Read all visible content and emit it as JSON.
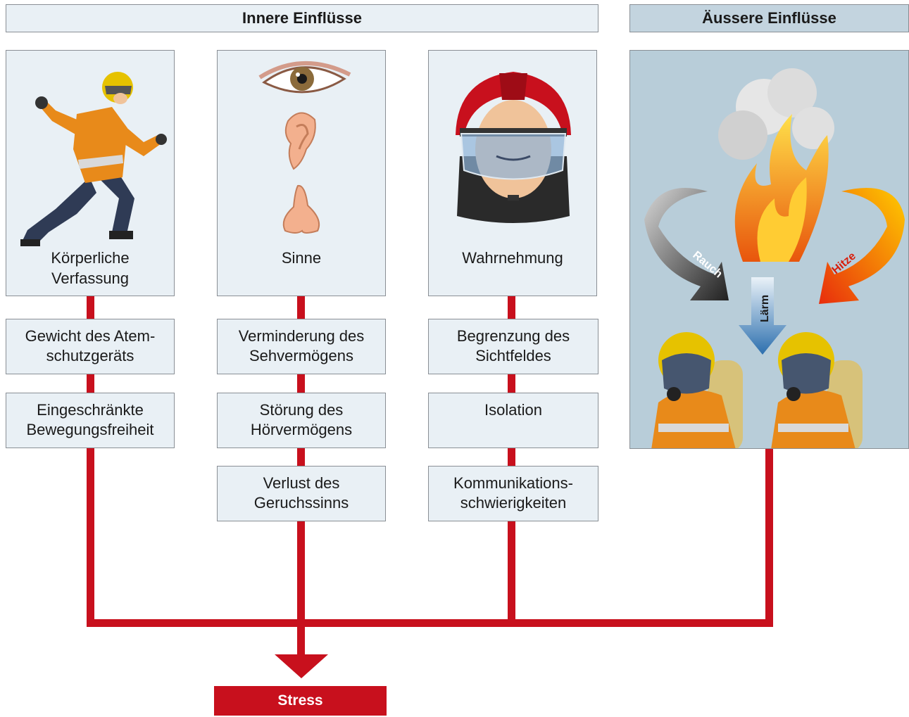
{
  "headers": {
    "inner": "Innere Einflüsse",
    "outer": "Äussere Einflüsse"
  },
  "columns": [
    {
      "label": "Körperliche\nVerfassung",
      "icon": "running-firefighter-icon",
      "items": [
        "Gewicht des Atem-\nschutzgeräts",
        "Eingeschränkte\nBewegungsfreiheit"
      ]
    },
    {
      "label": "Sinne",
      "icon": "senses-icon",
      "items": [
        "Verminderung des\nSehvermögens",
        "Störung des\nHörvermögens",
        "Verlust des\nGeruchssinns"
      ]
    },
    {
      "label": "Wahrnehmung",
      "icon": "helmet-face-icon",
      "items": [
        "Begrenzung des\nSichtfeldes",
        "Isolation",
        "Kommunikations-\nschwierigkeiten"
      ]
    }
  ],
  "outer_scene": {
    "arrows": [
      "Rauch",
      "Lärm",
      "Hitze"
    ],
    "icon": "firefighters-in-fire-icon"
  },
  "result": "Stress",
  "colors": {
    "connector": "#c8101d",
    "box_fill": "#e9f0f5",
    "outer_header_fill": "#c3d4df",
    "outer_scene_fill": "#b8cdd9"
  }
}
